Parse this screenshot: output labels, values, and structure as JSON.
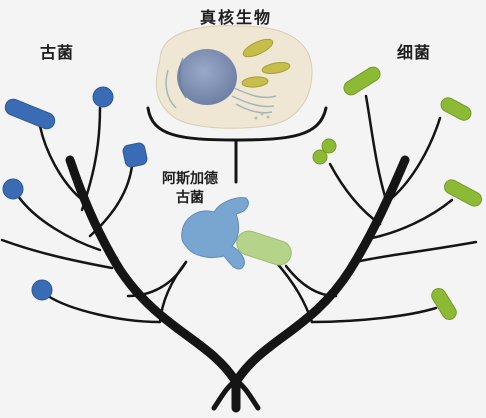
{
  "labels": {
    "eukarya": "真核生物",
    "archaea": "古菌",
    "bacteria": "细菌",
    "asgard_line1": "阿斯加德",
    "asgard_line2": "古菌"
  },
  "colors": {
    "background": "#f4f4f4",
    "trunk": "#151515",
    "archaea_blue": "#3a6cb5",
    "asgard_blue": "#78a6d1",
    "bacteria_green": "#8cba34",
    "asgard_green": "#b5d389",
    "eukaryote_cell": "#efe6d4",
    "nucleus": "#8798b8"
  }
}
